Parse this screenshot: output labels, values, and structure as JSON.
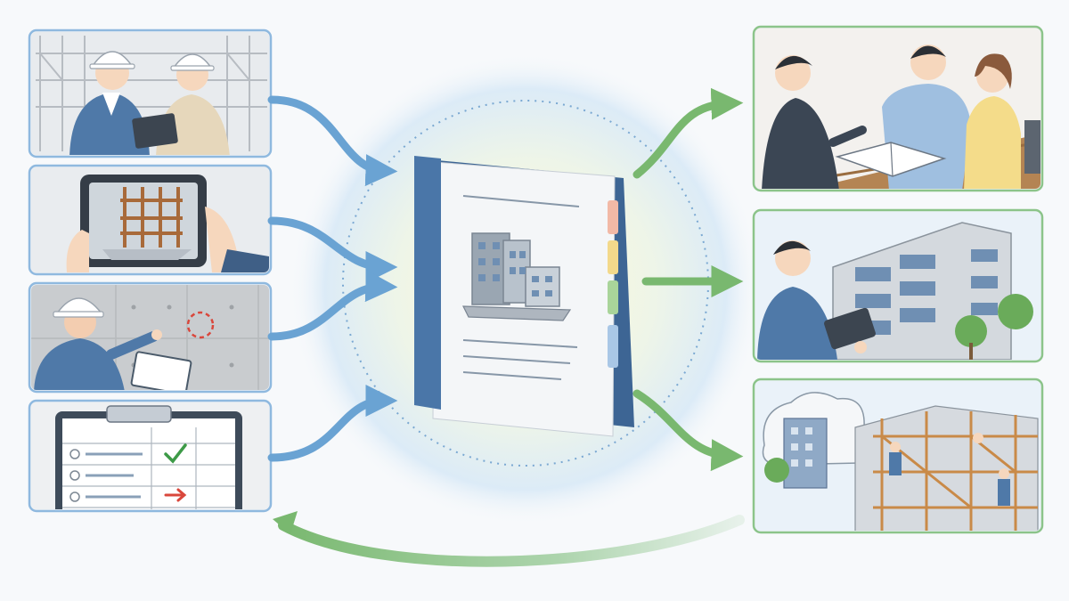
{
  "colors": {
    "background": "#f7f9fb",
    "input_panel_border": "#8fb9df",
    "output_panel_border": "#8cc48a",
    "input_arrow": "#6aa3d3",
    "output_arrow": "#79b86f",
    "binder_blue": "#4a76a8",
    "glow_center": "#fff8d6",
    "glow_edge": "#dcebf7"
  },
  "panels": {
    "inputs": [
      {
        "id": "site-meeting",
        "depicts": "two-workers-in-hardhats-with-tablet"
      },
      {
        "id": "tablet-3d-model",
        "depicts": "tablet-showing-structural-frame"
      },
      {
        "id": "wall-inspection",
        "depicts": "inspector-pointing-at-marked-wall-defect"
      },
      {
        "id": "checklist",
        "depicts": "clipboard-checklist-with-check-and-arrow"
      }
    ],
    "outputs": [
      {
        "id": "client-handover",
        "depicts": "agent-showing-manual-to-couple"
      },
      {
        "id": "building-management",
        "depicts": "manager-with-tablet-in-front-of-building"
      },
      {
        "id": "renovation",
        "depicts": "scaffolded-building-under-maintenance"
      }
    ]
  },
  "center": {
    "depicts": "building-record-binder-with-tabs",
    "tab_colors": [
      "#f2b9a6",
      "#f3d98b",
      "#a9d49a",
      "#a9c7e6"
    ]
  },
  "feedback_arrow": {
    "direction": "right-to-left"
  }
}
